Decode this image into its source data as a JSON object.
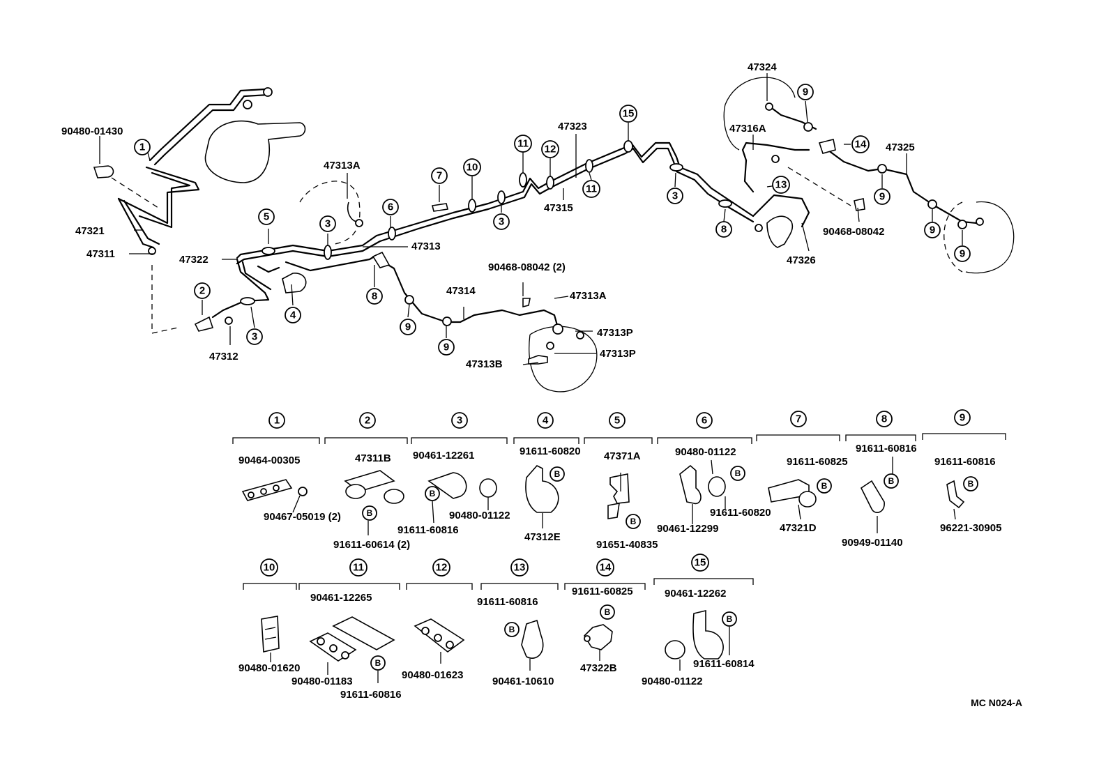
{
  "diagram": {
    "code": "MC N024-A",
    "top_labels": {
      "p90480_01430": "90480-01430",
      "p47321": "47321",
      "p47311": "47311",
      "p47322": "47322",
      "p47312": "47312",
      "p47313A_top": "47313A",
      "p47313": "47313",
      "p47314": "47314",
      "p90468_08042_2": "90468-08042 (2)",
      "p47313A_right": "47313A",
      "p47313P_1": "47313P",
      "p47313P_2": "47313P",
      "p47313B": "47313B",
      "p47323": "47323",
      "p47315": "47315",
      "p47324": "47324",
      "p47316A": "47316A",
      "p47325": "47325",
      "p90468_08042": "90468-08042",
      "p47326": "47326"
    },
    "callouts": [
      "1",
      "2",
      "3",
      "4",
      "5",
      "6",
      "7",
      "8",
      "9",
      "10",
      "11",
      "12",
      "13",
      "14",
      "15"
    ],
    "bolt_symbol": "B",
    "groups": [
      {
        "num": "1",
        "parts": [
          "90464-00305",
          "90467-05019 (2)"
        ]
      },
      {
        "num": "2",
        "parts": [
          "47311B",
          "91611-60614 (2)"
        ]
      },
      {
        "num": "3",
        "parts": [
          "90461-12261",
          "91611-60816",
          "90480-01122"
        ]
      },
      {
        "num": "4",
        "parts": [
          "91611-60820",
          "47312E"
        ]
      },
      {
        "num": "5",
        "parts": [
          "47371A",
          "91651-40835"
        ]
      },
      {
        "num": "6",
        "parts": [
          "90480-01122",
          "91611-60820",
          "90461-12299"
        ]
      },
      {
        "num": "7",
        "parts": [
          "91611-60825",
          "47321D"
        ]
      },
      {
        "num": "8",
        "parts": [
          "91611-60816",
          "90949-01140"
        ]
      },
      {
        "num": "9",
        "parts": [
          "91611-60816",
          "96221-30905"
        ]
      },
      {
        "num": "10",
        "parts": [
          "90480-01620"
        ]
      },
      {
        "num": "11",
        "parts": [
          "90461-12265",
          "90480-01183",
          "91611-60816"
        ]
      },
      {
        "num": "12",
        "parts": [
          "90480-01623"
        ]
      },
      {
        "num": "13",
        "parts": [
          "91611-60816",
          "90461-10610"
        ]
      },
      {
        "num": "14",
        "parts": [
          "91611-60825",
          "47322B"
        ]
      },
      {
        "num": "15",
        "parts": [
          "90461-12262",
          "91611-60814",
          "90480-01122"
        ]
      }
    ]
  }
}
